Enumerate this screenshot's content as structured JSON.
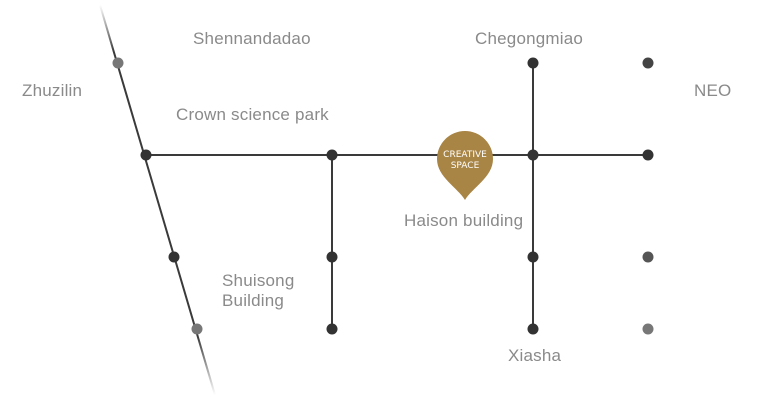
{
  "map": {
    "labels": {
      "shennandadao": "Shennandadao",
      "chegongmiao": "Chegongmiao",
      "zhuzilin": "Zhuzilin",
      "neo": "NEO",
      "crown_science_park": "Crown science park",
      "haison_building": "Haison building",
      "shuisong_building_line1": "Shuisong",
      "shuisong_building_line2": "Building",
      "xiasha": "Xiasha"
    },
    "pin": {
      "icon": "location-pin-icon",
      "line1": "CREATIVE",
      "line2": "SPACE",
      "color": "#a88445"
    },
    "colors": {
      "road": "#3a3a3a",
      "node": "#333333",
      "faded_node": "#777777",
      "label": "#8a8a8a"
    }
  }
}
